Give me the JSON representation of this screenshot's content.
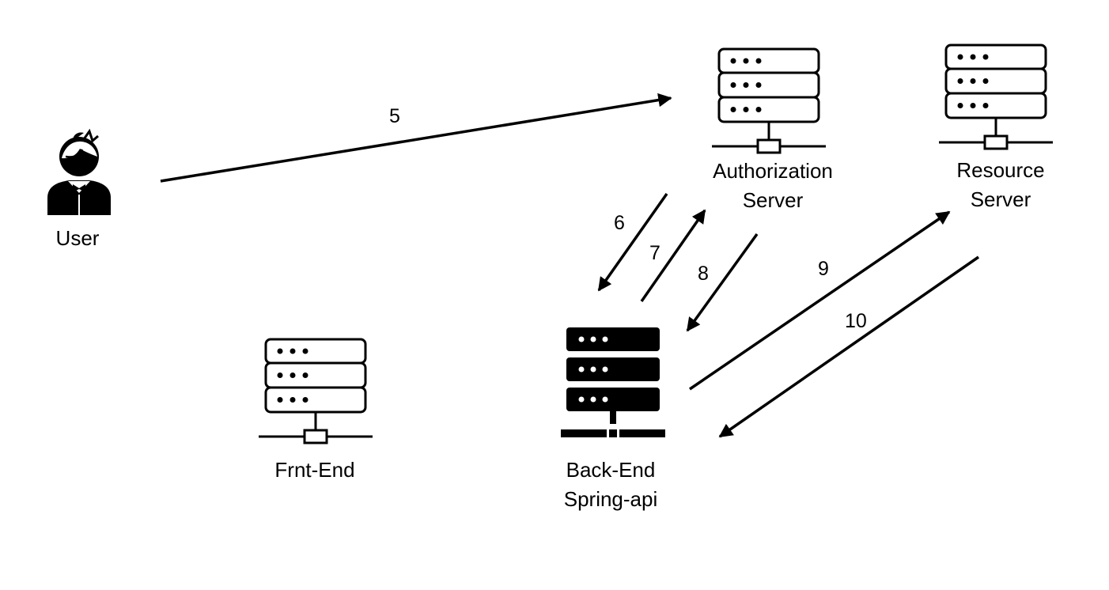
{
  "nodes": {
    "user": {
      "label": "User",
      "icon": "user-icon"
    },
    "auth_server": {
      "label_lines": [
        "Authorization",
        "Server"
      ],
      "icon": "server-icon"
    },
    "resource_server": {
      "label_lines": [
        "Resource",
        "Server"
      ],
      "icon": "server-icon"
    },
    "frontend": {
      "label": "Frnt-End",
      "icon": "server-icon"
    },
    "backend": {
      "label_lines": [
        "Back-End",
        "Spring-api"
      ],
      "icon": "server-filled-icon"
    }
  },
  "steps": [
    "5",
    "6",
    "7",
    "8",
    "9",
    "10"
  ],
  "colors": {
    "stroke": "#000000",
    "background": "#ffffff"
  }
}
